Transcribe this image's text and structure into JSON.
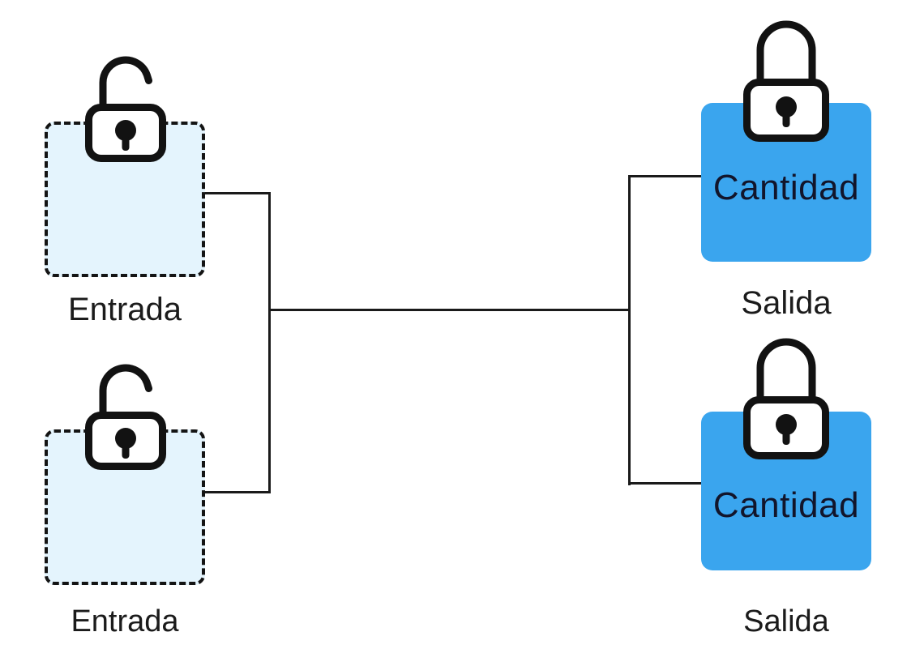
{
  "diagram": {
    "title_semantics": "transaction inputs and outputs with lock states",
    "nodes": {
      "input_top": {
        "label": "Entrada",
        "box_text": "",
        "lock": "open-padlock"
      },
      "input_bottom": {
        "label": "Entrada",
        "box_text": "",
        "lock": "open-padlock"
      },
      "output_top": {
        "label": "Salida",
        "box_text": "Cantidad",
        "lock": "closed-padlock"
      },
      "output_bottom": {
        "label": "Salida",
        "box_text": "Cantidad",
        "lock": "closed-padlock"
      }
    },
    "connections": [
      {
        "from": "input_top",
        "to": "merge-junction"
      },
      {
        "from": "input_bottom",
        "to": "merge-junction"
      },
      {
        "from": "merge-junction",
        "to": "split-junction"
      },
      {
        "from": "split-junction",
        "to": "output_top"
      },
      {
        "from": "split-junction",
        "to": "output_bottom"
      }
    ],
    "colors": {
      "background": "#ffffff",
      "input_fill": "#e4f4fd",
      "input_border": "#141414",
      "output_fill": "#3aa5ee",
      "connector": "#1a1a1a",
      "label_text": "#1b1b1b",
      "box_text": "#12152b",
      "lock_stroke": "#121212",
      "lock_fill": "#ffffff"
    }
  }
}
